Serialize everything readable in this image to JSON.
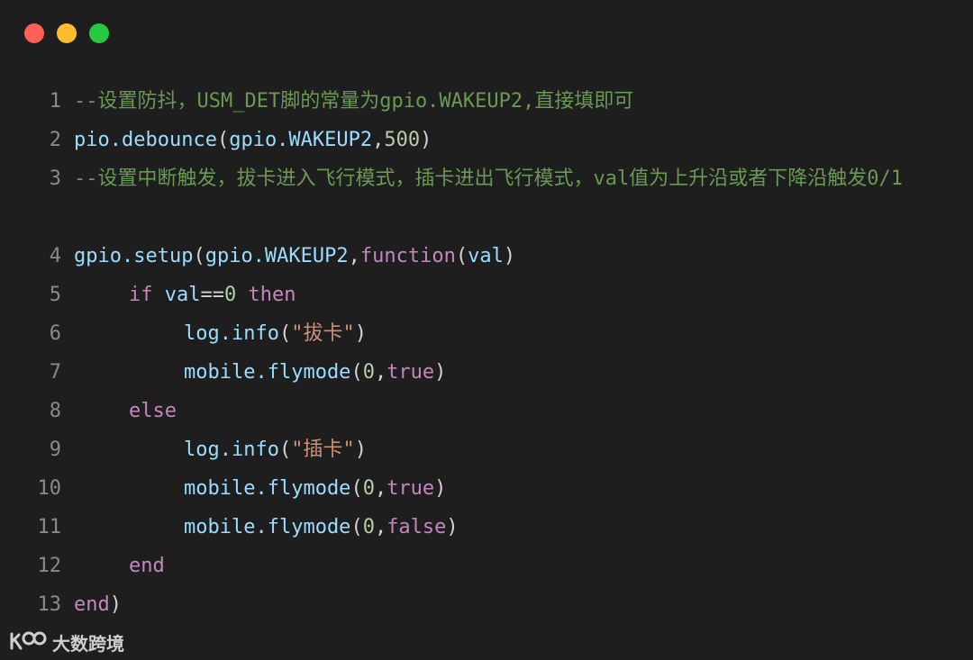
{
  "window": {
    "controls": [
      "close",
      "minimize",
      "maximize"
    ],
    "colors": {
      "close": "#fe5f57",
      "minimize": "#febc2e",
      "maximize": "#28c840"
    }
  },
  "code": {
    "lines": [
      {
        "n": "1",
        "comment": "--设置防抖，USM_DET脚的常量为gpio.WAKEUP2,直接填即可"
      },
      {
        "n": "2",
        "call": "pio.debounce",
        "open": "(",
        "arg": "gpio.WAKEUP2",
        "sep": ",",
        "num": "500",
        "close": ")"
      },
      {
        "n": "3",
        "comment": "--设置中断触发，拔卡进入飞行模式，插卡进出飞行模式，val值为上升沿或者下降沿触发0/1"
      },
      {
        "n": "4",
        "call": "gpio.setup",
        "open": "(",
        "arg": "gpio.WAKEUP2",
        "sep": ",",
        "kw": "function",
        "open2": "(",
        "param": "val",
        "close": ")"
      },
      {
        "n": "5",
        "kw_if": "if",
        "cond_var": "val",
        "cond_op": "==",
        "cond_num": "0",
        "kw_then": "then"
      },
      {
        "n": "6",
        "call": "log.info",
        "open": "(",
        "str": "\"拔卡\"",
        "close": ")"
      },
      {
        "n": "7",
        "call": "mobile.flymode",
        "open": "(",
        "num": "0",
        "sep": ",",
        "bool": "true",
        "close": ")"
      },
      {
        "n": "8",
        "kw": "else"
      },
      {
        "n": "9",
        "call": "log.info",
        "open": "(",
        "str": "\"插卡\"",
        "close": ")"
      },
      {
        "n": "10",
        "call": "mobile.flymode",
        "open": "(",
        "num": "0",
        "sep": ",",
        "bool": "true",
        "close": ")"
      },
      {
        "n": "11",
        "call": "mobile.flymode",
        "open": "(",
        "num": "0",
        "sep": ",",
        "bool": "false",
        "close": ")"
      },
      {
        "n": "12",
        "kw": "end"
      },
      {
        "n": "13",
        "kw": "end",
        "close": ")"
      }
    ]
  },
  "watermark": {
    "text": "大数跨境",
    "logo_icon": "kdo-logo-icon"
  }
}
